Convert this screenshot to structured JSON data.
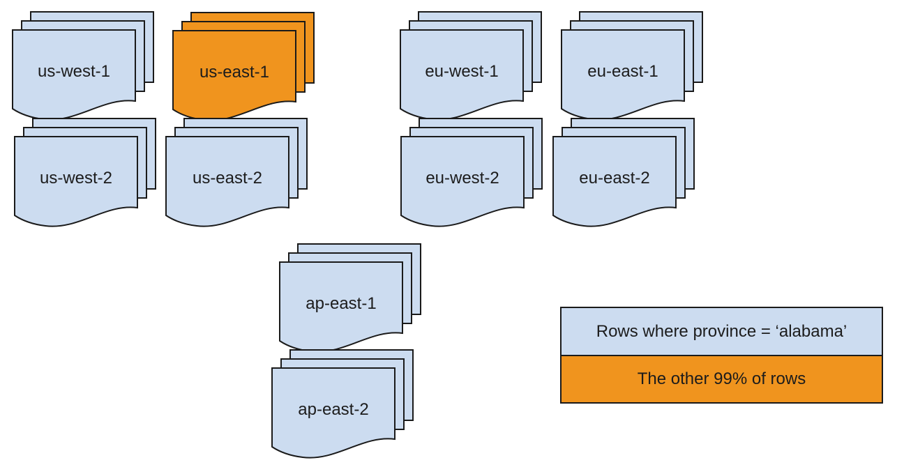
{
  "colors": {
    "region_blue": "#ccdcf0",
    "highlight_orange": "#f0941e",
    "stroke": "#1a1a1a",
    "text": "#1c1c1c",
    "background": "#ffffff"
  },
  "stacks": [
    {
      "label": "us-west-1",
      "fill": "region_blue"
    },
    {
      "label": "us-east-1",
      "fill": "highlight_orange"
    },
    {
      "label": "eu-west-1",
      "fill": "region_blue"
    },
    {
      "label": "eu-east-1",
      "fill": "region_blue"
    },
    {
      "label": "us-west-2",
      "fill": "region_blue"
    },
    {
      "label": "us-east-2",
      "fill": "region_blue"
    },
    {
      "label": "eu-west-2",
      "fill": "region_blue"
    },
    {
      "label": "eu-east-2",
      "fill": "region_blue"
    },
    {
      "label": "ap-east-1",
      "fill": "region_blue"
    },
    {
      "label": "ap-east-2",
      "fill": "region_blue"
    }
  ],
  "legend": {
    "items": [
      {
        "label": "Rows where province = ‘alabama’",
        "fill": "region_blue"
      },
      {
        "label": "The other 99% of rows",
        "fill": "highlight_orange"
      }
    ]
  }
}
